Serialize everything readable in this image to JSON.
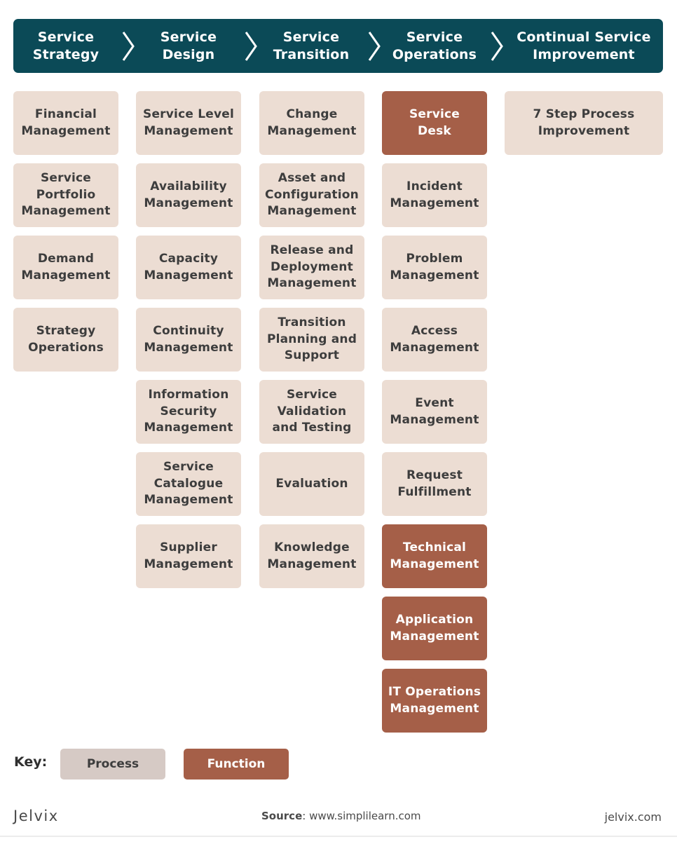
{
  "stages": [
    {
      "id": "strategy",
      "label": "Service\nStrategy"
    },
    {
      "id": "design",
      "label": "Service\nDesign"
    },
    {
      "id": "transition",
      "label": "Service\nTransition"
    },
    {
      "id": "operations",
      "label": "Service\nOperations"
    },
    {
      "id": "csi",
      "label": "Continual Service\nImprovement"
    }
  ],
  "columns": {
    "strategy": [
      {
        "label": "Financial\nManagement",
        "kind": "process"
      },
      {
        "label": "Service\nPortfolio\nManagement",
        "kind": "process"
      },
      {
        "label": "Demand\nManagement",
        "kind": "process"
      },
      {
        "label": "Strategy\nOperations",
        "kind": "process"
      }
    ],
    "design": [
      {
        "label": "Service Level\nManagement",
        "kind": "process"
      },
      {
        "label": "Availability\nManagement",
        "kind": "process"
      },
      {
        "label": "Capacity\nManagement",
        "kind": "process"
      },
      {
        "label": "Continuity\nManagement",
        "kind": "process"
      },
      {
        "label": "Information\nSecurity\nManagement",
        "kind": "process"
      },
      {
        "label": "Service\nCatalogue\nManagement",
        "kind": "process"
      },
      {
        "label": "Supplier\nManagement",
        "kind": "process"
      }
    ],
    "transition": [
      {
        "label": "Change\nManagement",
        "kind": "process"
      },
      {
        "label": "Asset and\nConfiguration\nManagement",
        "kind": "process"
      },
      {
        "label": "Release and\nDeployment\nManagement",
        "kind": "process"
      },
      {
        "label": "Transition\nPlanning and\nSupport",
        "kind": "process"
      },
      {
        "label": "Service\nValidation\nand Testing",
        "kind": "process"
      },
      {
        "label": "Evaluation",
        "kind": "process"
      },
      {
        "label": "Knowledge\nManagement",
        "kind": "process"
      }
    ],
    "operations": [
      {
        "label": "Service\nDesk",
        "kind": "function"
      },
      {
        "label": "Incident\nManagement",
        "kind": "process"
      },
      {
        "label": "Problem\nManagement",
        "kind": "process"
      },
      {
        "label": "Access\nManagement",
        "kind": "process"
      },
      {
        "label": "Event\nManagement",
        "kind": "process"
      },
      {
        "label": "Request\nFulfillment",
        "kind": "process"
      },
      {
        "label": "Technical\nManagement",
        "kind": "function"
      },
      {
        "label": "Application\nManagement",
        "kind": "function"
      },
      {
        "label": "IT Operations\nManagement",
        "kind": "function"
      }
    ],
    "csi": [
      {
        "label": "7 Step Process\nImprovement",
        "kind": "process"
      }
    ]
  },
  "key": {
    "label": "Key:",
    "process": "Process",
    "function": "Function"
  },
  "footer": {
    "brand": "Jelvix",
    "source_label": "Source",
    "source_value": ": www.simplilearn.com",
    "site": "jelvix.com"
  },
  "colors": {
    "header": "#0b4a57",
    "process": "#ecddd3",
    "function": "#a55f48"
  }
}
